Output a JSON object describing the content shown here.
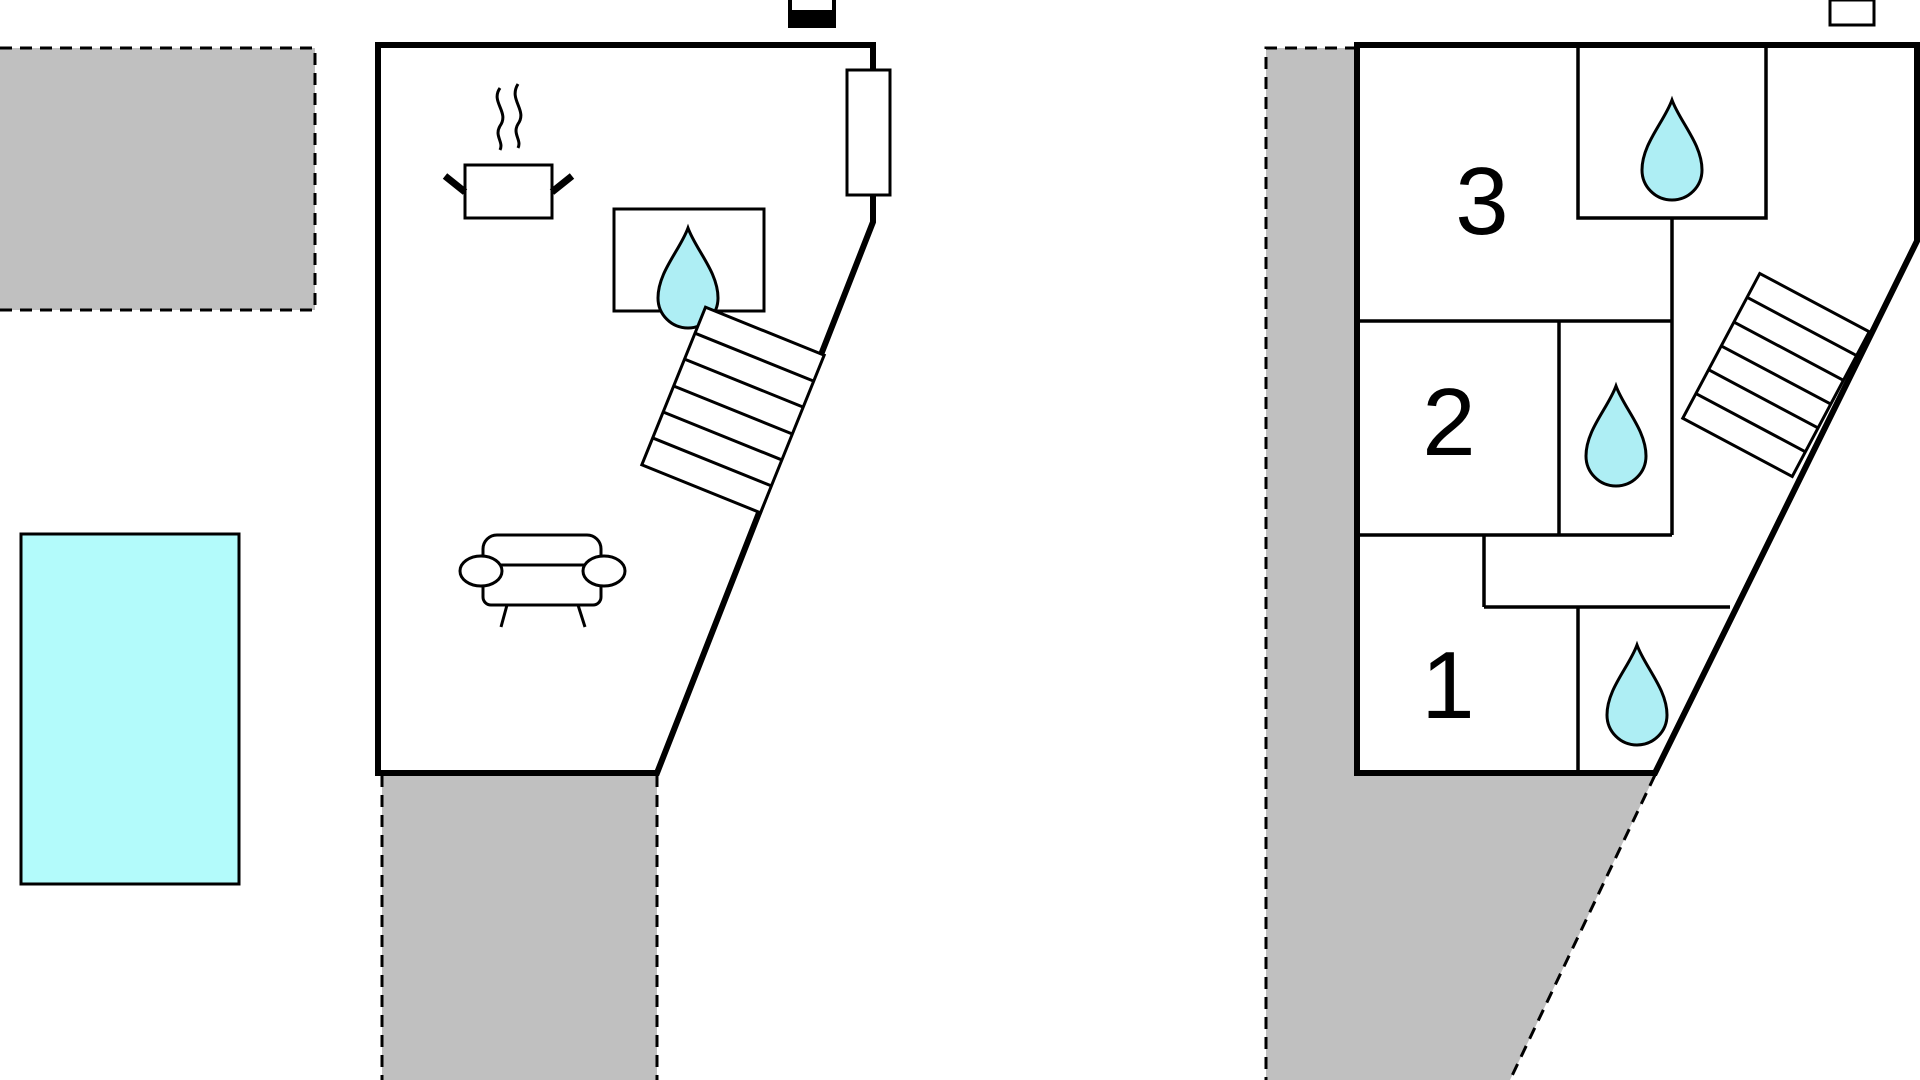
{
  "colors": {
    "background": "#ffffff",
    "terrace": "#c0c0c0",
    "pool": "#b3fbfb",
    "water_drop": "#aeeef4",
    "wall": "#000000"
  },
  "ground_floor": {
    "icons": [
      "cooking-pot-icon",
      "bathroom-water-drop-icon",
      "stairs-icon",
      "sofa-icon",
      "door-icon",
      "window-icon"
    ]
  },
  "upper_floor": {
    "rooms": [
      {
        "label": "3",
        "type": "bedroom"
      },
      {
        "label": "2",
        "type": "bedroom"
      },
      {
        "label": "1",
        "type": "bedroom"
      }
    ],
    "icons": [
      "bathroom-water-drop-icon",
      "bathroom-water-drop-icon",
      "bathroom-water-drop-icon",
      "stairs-icon",
      "door-icon"
    ]
  },
  "outdoor": {
    "elements": [
      "pool",
      "terrace"
    ]
  }
}
